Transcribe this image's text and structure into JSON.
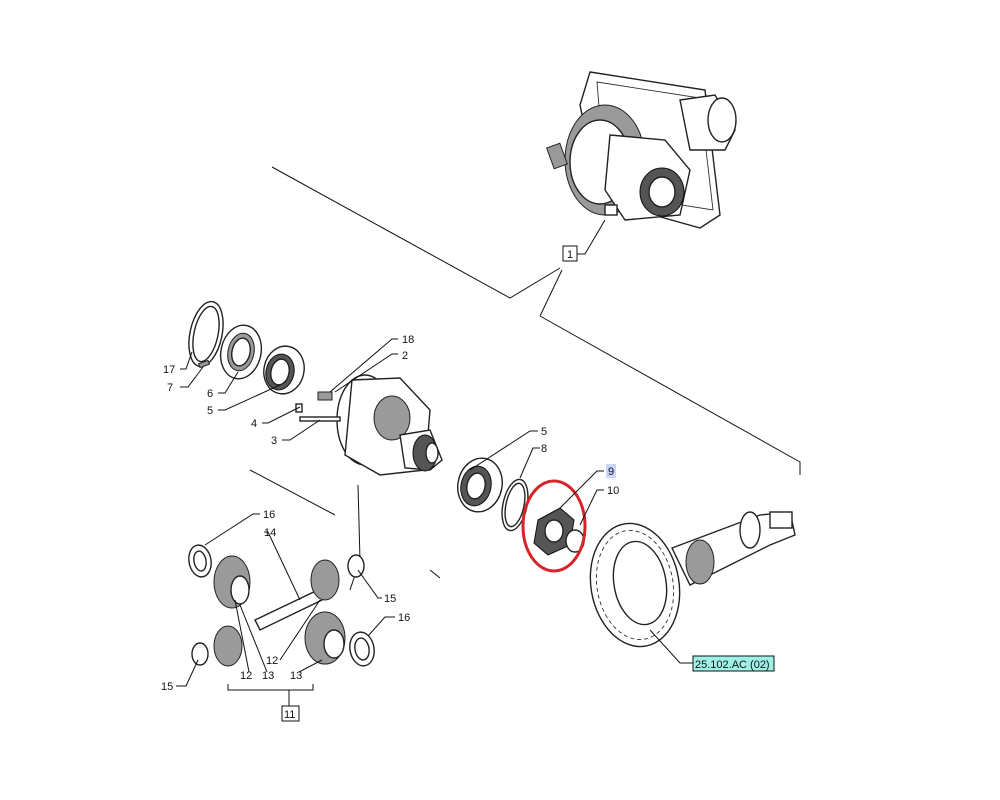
{
  "callouts": {
    "c1": "1",
    "c2": "2",
    "c3": "3",
    "c4": "4",
    "c5a": "5",
    "c5b": "5",
    "c6": "6",
    "c7": "7",
    "c8": "8",
    "c9": "9",
    "c10": "10",
    "c11": "11",
    "c12a": "12",
    "c12b": "12",
    "c13a": "13",
    "c13b": "13",
    "c14": "14",
    "c15a": "15",
    "c15b": "15",
    "c16a": "16",
    "c16b": "16",
    "c17": "17",
    "c18": "18"
  },
  "reference_link": "25.102.AC (02)",
  "colors": {
    "highlight_ring": "#d8232a",
    "link_fill": "#9ff0e6",
    "callout9_fill": "#c9d6ff"
  }
}
